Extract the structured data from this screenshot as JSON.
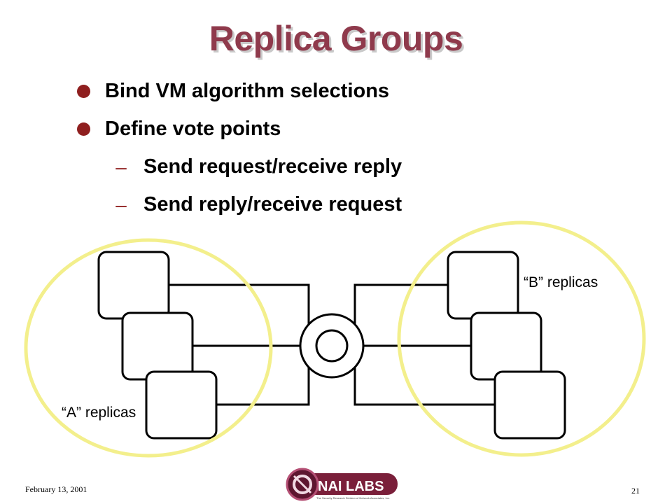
{
  "slide": {
    "title": "Replica Groups",
    "bullets": [
      {
        "text": "Bind VM algorithm selections",
        "level": 1
      },
      {
        "text": "Define vote points",
        "level": 1
      },
      {
        "text": "Send request/receive reply",
        "level": 2
      },
      {
        "text": "Send reply/receive request",
        "level": 2
      }
    ],
    "sub_marker": "–"
  },
  "diagram": {
    "label_a": "“A” replicas",
    "label_b": "“B” replicas",
    "group_color": "#f3ef8c"
  },
  "footer": {
    "date": "February 13, 2001",
    "page_number": "21",
    "logo_text": "NAI LABS",
    "logo_tagline": "The Security Research Division of Network Associates, Inc.",
    "logo_color": "#7a1f3a"
  },
  "colors": {
    "title": "#8f3a4c",
    "bullet": "#8f1f1f"
  }
}
